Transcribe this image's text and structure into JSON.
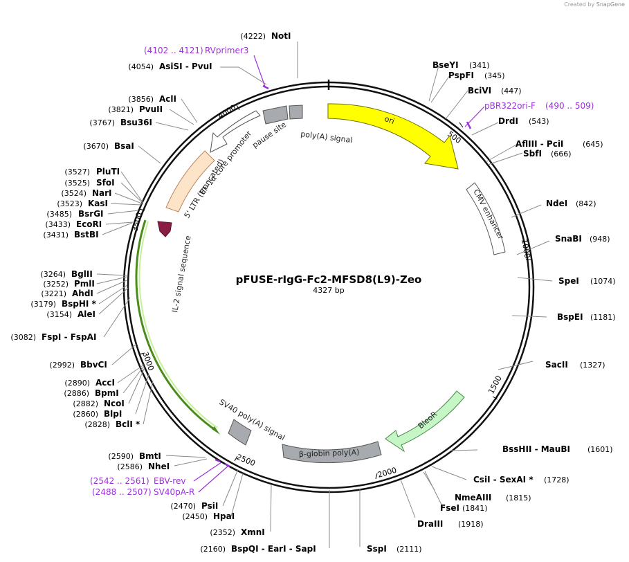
{
  "credit": {
    "prefix": "Created by",
    "brand": "SnapGene"
  },
  "plasmid": {
    "name": "pFUSE-rIgG-Fc2-MFSD8(L9)-Zeo",
    "size": "4327 bp"
  },
  "ticks": [
    "500",
    "1000",
    "1500",
    "2000",
    "2500",
    "3000",
    "3500",
    "4000"
  ],
  "colors": {
    "ori": "#ffff00",
    "cmv": "#ffffff",
    "bleo": "#c6f5c6",
    "grey": "#a7aaae",
    "ltr": "#fde3c7",
    "signal": "#8b1d44",
    "primer": "#9b30d9",
    "green_arc": "#4a8c1c"
  },
  "features": {
    "ori": "ori",
    "cmv": "CMV enhancer",
    "bleo": "BleoR",
    "bglobin": "β-globin poly(A)",
    "sv40": "SV40 poly(A) signal",
    "il2": "IL-2 signal sequence",
    "ltr": "5' LTR (truncated)",
    "ef1a": "EF-1α core promoter",
    "pause": "pause site",
    "polya": "poly(A) signal"
  },
  "sites": [
    {
      "pos": "(4222)",
      "name": "NotI"
    },
    {
      "pos": "(4054)",
      "name": "AsiSI  - PvuI"
    },
    {
      "pos": "(3856)",
      "name": "AclI"
    },
    {
      "pos": "(3821)",
      "name": "PvuII"
    },
    {
      "pos": "(3767)",
      "name": "Bsu36I"
    },
    {
      "pos": "(3670)",
      "name": "BsaI"
    },
    {
      "pos": "(3527)",
      "name": "PluTI"
    },
    {
      "pos": "(3525)",
      "name": "SfoI"
    },
    {
      "pos": "(3524)",
      "name": "NarI"
    },
    {
      "pos": "(3523)",
      "name": "KasI"
    },
    {
      "pos": "(3485)",
      "name": "BsrGI"
    },
    {
      "pos": "(3433)",
      "name": "EcoRI"
    },
    {
      "pos": "(3431)",
      "name": "BstBI"
    },
    {
      "pos": "(3264)",
      "name": "BglII"
    },
    {
      "pos": "(3252)",
      "name": "PmlI"
    },
    {
      "pos": "(3221)",
      "name": "AhdI"
    },
    {
      "pos": "(3179)",
      "name": "BspHI *"
    },
    {
      "pos": "(3154)",
      "name": "AleI"
    },
    {
      "pos": "(3082)",
      "name": "FspI  - FspAI"
    },
    {
      "pos": "(2992)",
      "name": "BbvCI"
    },
    {
      "pos": "(2890)",
      "name": "AccI"
    },
    {
      "pos": "(2886)",
      "name": "BpmI"
    },
    {
      "pos": "(2882)",
      "name": "NcoI"
    },
    {
      "pos": "(2860)",
      "name": "BlpI"
    },
    {
      "pos": "(2828)",
      "name": "BclI *"
    },
    {
      "pos": "(2590)",
      "name": "BmtI"
    },
    {
      "pos": "(2586)",
      "name": "NheI"
    },
    {
      "pos": "(2470)",
      "name": "PsiI"
    },
    {
      "pos": "(2450)",
      "name": "HpaI"
    },
    {
      "pos": "(2352)",
      "name": "XmnI"
    },
    {
      "pos": "(2160)",
      "name": "BspQI  - EarI  - SapI"
    },
    {
      "pos": "(341)",
      "name": "BseYI"
    },
    {
      "pos": "(345)",
      "name": "PspFI"
    },
    {
      "pos": "(447)",
      "name": "BciVI"
    },
    {
      "pos": "(543)",
      "name": "DrdI"
    },
    {
      "pos": "(645)",
      "name": "AflIII  - PciI"
    },
    {
      "pos": "(666)",
      "name": "SbfI"
    },
    {
      "pos": "(842)",
      "name": "NdeI"
    },
    {
      "pos": "(948)",
      "name": "SnaBI"
    },
    {
      "pos": "(1074)",
      "name": "SpeI"
    },
    {
      "pos": "(1181)",
      "name": "BspEI"
    },
    {
      "pos": "(1327)",
      "name": "SacII"
    },
    {
      "pos": "(1601)",
      "name": "BssHII  - MauBI"
    },
    {
      "pos": "(1728)",
      "name": "CsiI  - SexAI *"
    },
    {
      "pos": "(1815)",
      "name": "NmeAIII"
    },
    {
      "pos": "(1841)",
      "name": "FseI"
    },
    {
      "pos": "(1918)",
      "name": "DraIII"
    },
    {
      "pos": "(2111)",
      "name": "SspI"
    }
  ],
  "primers": [
    {
      "range": "(4102 .. 4121)",
      "name": "RVprimer3"
    },
    {
      "range": "(490 .. 509)",
      "name": "pBR322ori-F"
    },
    {
      "range": "(2542 .. 2561)",
      "name": "EBV-rev"
    },
    {
      "range": "(2488 .. 2507)",
      "name": "SV40pA-R"
    }
  ]
}
